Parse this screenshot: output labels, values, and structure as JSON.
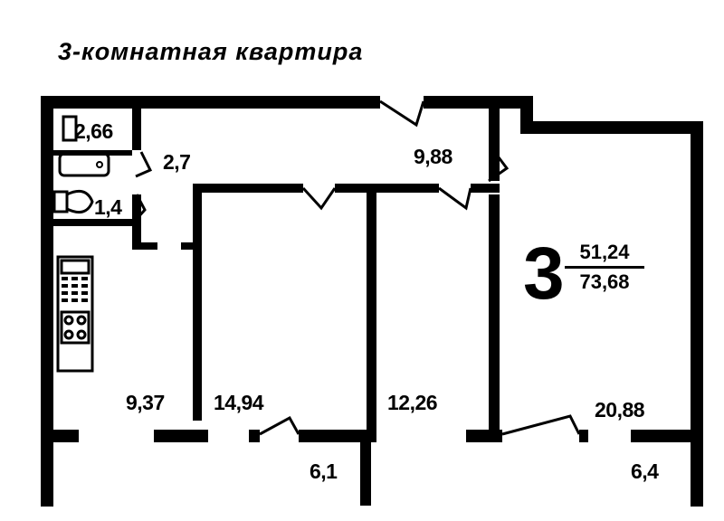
{
  "title": "3-комнатная квартира",
  "summary": {
    "rooms_count": "3",
    "living_area": "51,24",
    "total_area": "73,68"
  },
  "rooms": {
    "bathroom": {
      "label": "2,66"
    },
    "toilet": {
      "label": "1,4"
    },
    "corridor_small": {
      "label": "2,7"
    },
    "hallway": {
      "label": "9,88"
    },
    "kitchen": {
      "label": "9,37"
    },
    "room_1": {
      "label": "14,94"
    },
    "room_2": {
      "label": "12,26"
    },
    "room_3": {
      "label": "20,88"
    },
    "balcony_1": {
      "label": "6,1"
    },
    "balcony_2": {
      "label": "6,4"
    }
  },
  "colors": {
    "wall": "#000000",
    "background": "#ffffff"
  }
}
